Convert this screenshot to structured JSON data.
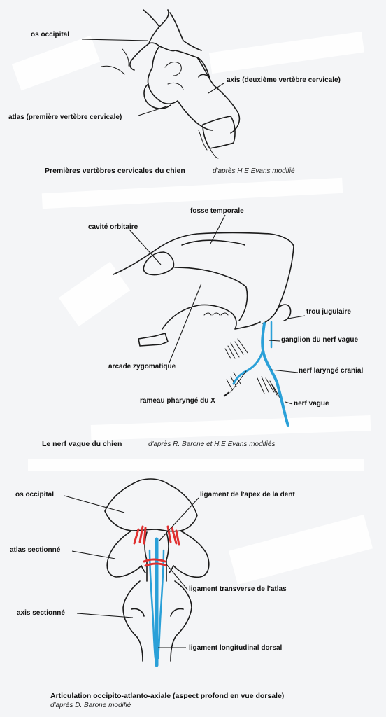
{
  "colors": {
    "nerve": "#2aa0d8",
    "ligament_red": "#e03030",
    "ink": "#1a1a1a"
  },
  "figure1": {
    "labels": {
      "os_occipital": "os occipital",
      "axis": "axis (deuxième vertèbre cervicale)",
      "atlas": "atlas (première vertèbre cervicale)"
    },
    "caption": "Premières vertèbres cervicales du chien",
    "source": "d'après H.E Evans modifié"
  },
  "figure2": {
    "labels": {
      "fosse_temporale": "fosse temporale",
      "cavite_orbitaire": "cavité orbitaire",
      "trou_jugulaire": "trou jugulaire",
      "ganglion": "ganglion du nerf vague",
      "arcade": "arcade zygomatique",
      "nerf_larynge": "nerf laryngé cranial",
      "rameau": "rameau pharyngé du X",
      "nerf_vague": "nerf vague"
    },
    "caption": "Le nerf vague du chien",
    "source": "d'après R. Barone et H.E Evans modifiés"
  },
  "figure3": {
    "labels": {
      "os_occipital": "os occipital",
      "ligament_apex": "ligament de l'apex de la dent",
      "atlas_sectionne": "atlas sectionné",
      "ligament_transverse": "ligament transverse de l'atlas",
      "axis_sectionne": "axis sectionné",
      "ligament_longitudinal": "ligament longitudinal dorsal"
    },
    "caption": "Articulation occipito-atlanto-axiale",
    "caption_rest": " (aspect profond en vue dorsale)",
    "source": "d'après D. Barone modifié"
  }
}
